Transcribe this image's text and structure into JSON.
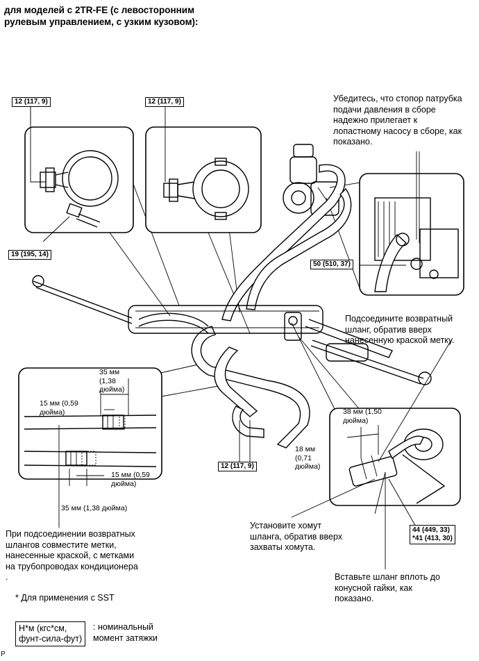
{
  "title": [
    "для моделей с 2TR-FE (с левосторонним",
    "рулевым управлением, с узким кузовом):"
  ],
  "torque_labels": {
    "t1": "12 (117, 9)",
    "t2": "12 (117, 9)",
    "t3": "19 (195, 14)",
    "t4": "50 (510, 37)",
    "t5": "12 (117, 9)",
    "t6a": "44 (449, 33)",
    "t6b": "*41 (413, 30)"
  },
  "callouts": {
    "stopper": [
      "Убедитесь, что стопор патрубка",
      "подачи давления в сборе",
      "надежно прилегает к",
      "лопастному насосу в сборе, как",
      "показано."
    ],
    "return_hose": [
      "Подсоедините возвратный",
      "шланг, обратив вверх",
      "нанесенную краской метку."
    ],
    "align_marks": [
      "При подсоединении возвратных",
      "шлангов совместите метки,",
      "нанесенные краской, с метками",
      "на трубопроводах кондиционера",
      "."
    ],
    "clamp": [
      "Установите хомут",
      "шланга, обратив вверх",
      "захваты хомута."
    ],
    "insert_hose": [
      "Вставьте шланг вплоть до",
      "конусной гайки, как",
      "показано."
    ]
  },
  "dimensions": {
    "d35_top": [
      "35 мм",
      "(1,38",
      "дюйма)"
    ],
    "d15_top": [
      "15 мм (0,59",
      "дюйма)"
    ],
    "d15_bottom": [
      "15 мм (0,59",
      "дюйма)"
    ],
    "d35_bottom": "35 мм (1,38 дюйма)",
    "d38": [
      "38 мм (1,50",
      "дюйма)"
    ],
    "d18": [
      "18 мм",
      "(0,71",
      "дюйма)"
    ]
  },
  "footnote": "* Для применения с SST",
  "legend": {
    "box": [
      "Н*м (кгс*см,",
      "фунт-сила-фут)"
    ],
    "desc": [
      ": номинальный",
      "момент затяжки"
    ]
  },
  "corner_mark": "P"
}
